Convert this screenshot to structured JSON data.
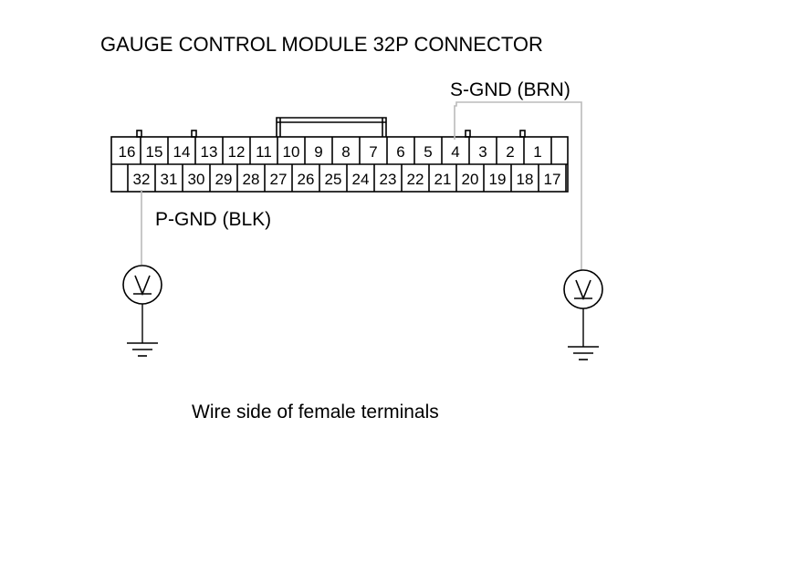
{
  "title": "GAUGE CONTROL MODULE 32P CONNECTOR",
  "s_gnd_label": "S-GND (BRN)",
  "p_gnd_label": "P-GND (BLK)",
  "caption": "Wire side of female terminals",
  "connector": {
    "top_row": [
      "16",
      "15",
      "14",
      "13",
      "12",
      "11",
      "10",
      "9",
      "8",
      "7",
      "6",
      "5",
      "4",
      "3",
      "2",
      "1"
    ],
    "bottom_row": [
      "32",
      "31",
      "30",
      "29",
      "28",
      "27",
      "26",
      "25",
      "24",
      "23",
      "22",
      "21",
      "20",
      "19",
      "18",
      "17"
    ]
  },
  "icons": {
    "voltmeter": "voltmeter-icon",
    "ground": "ground-icon"
  }
}
